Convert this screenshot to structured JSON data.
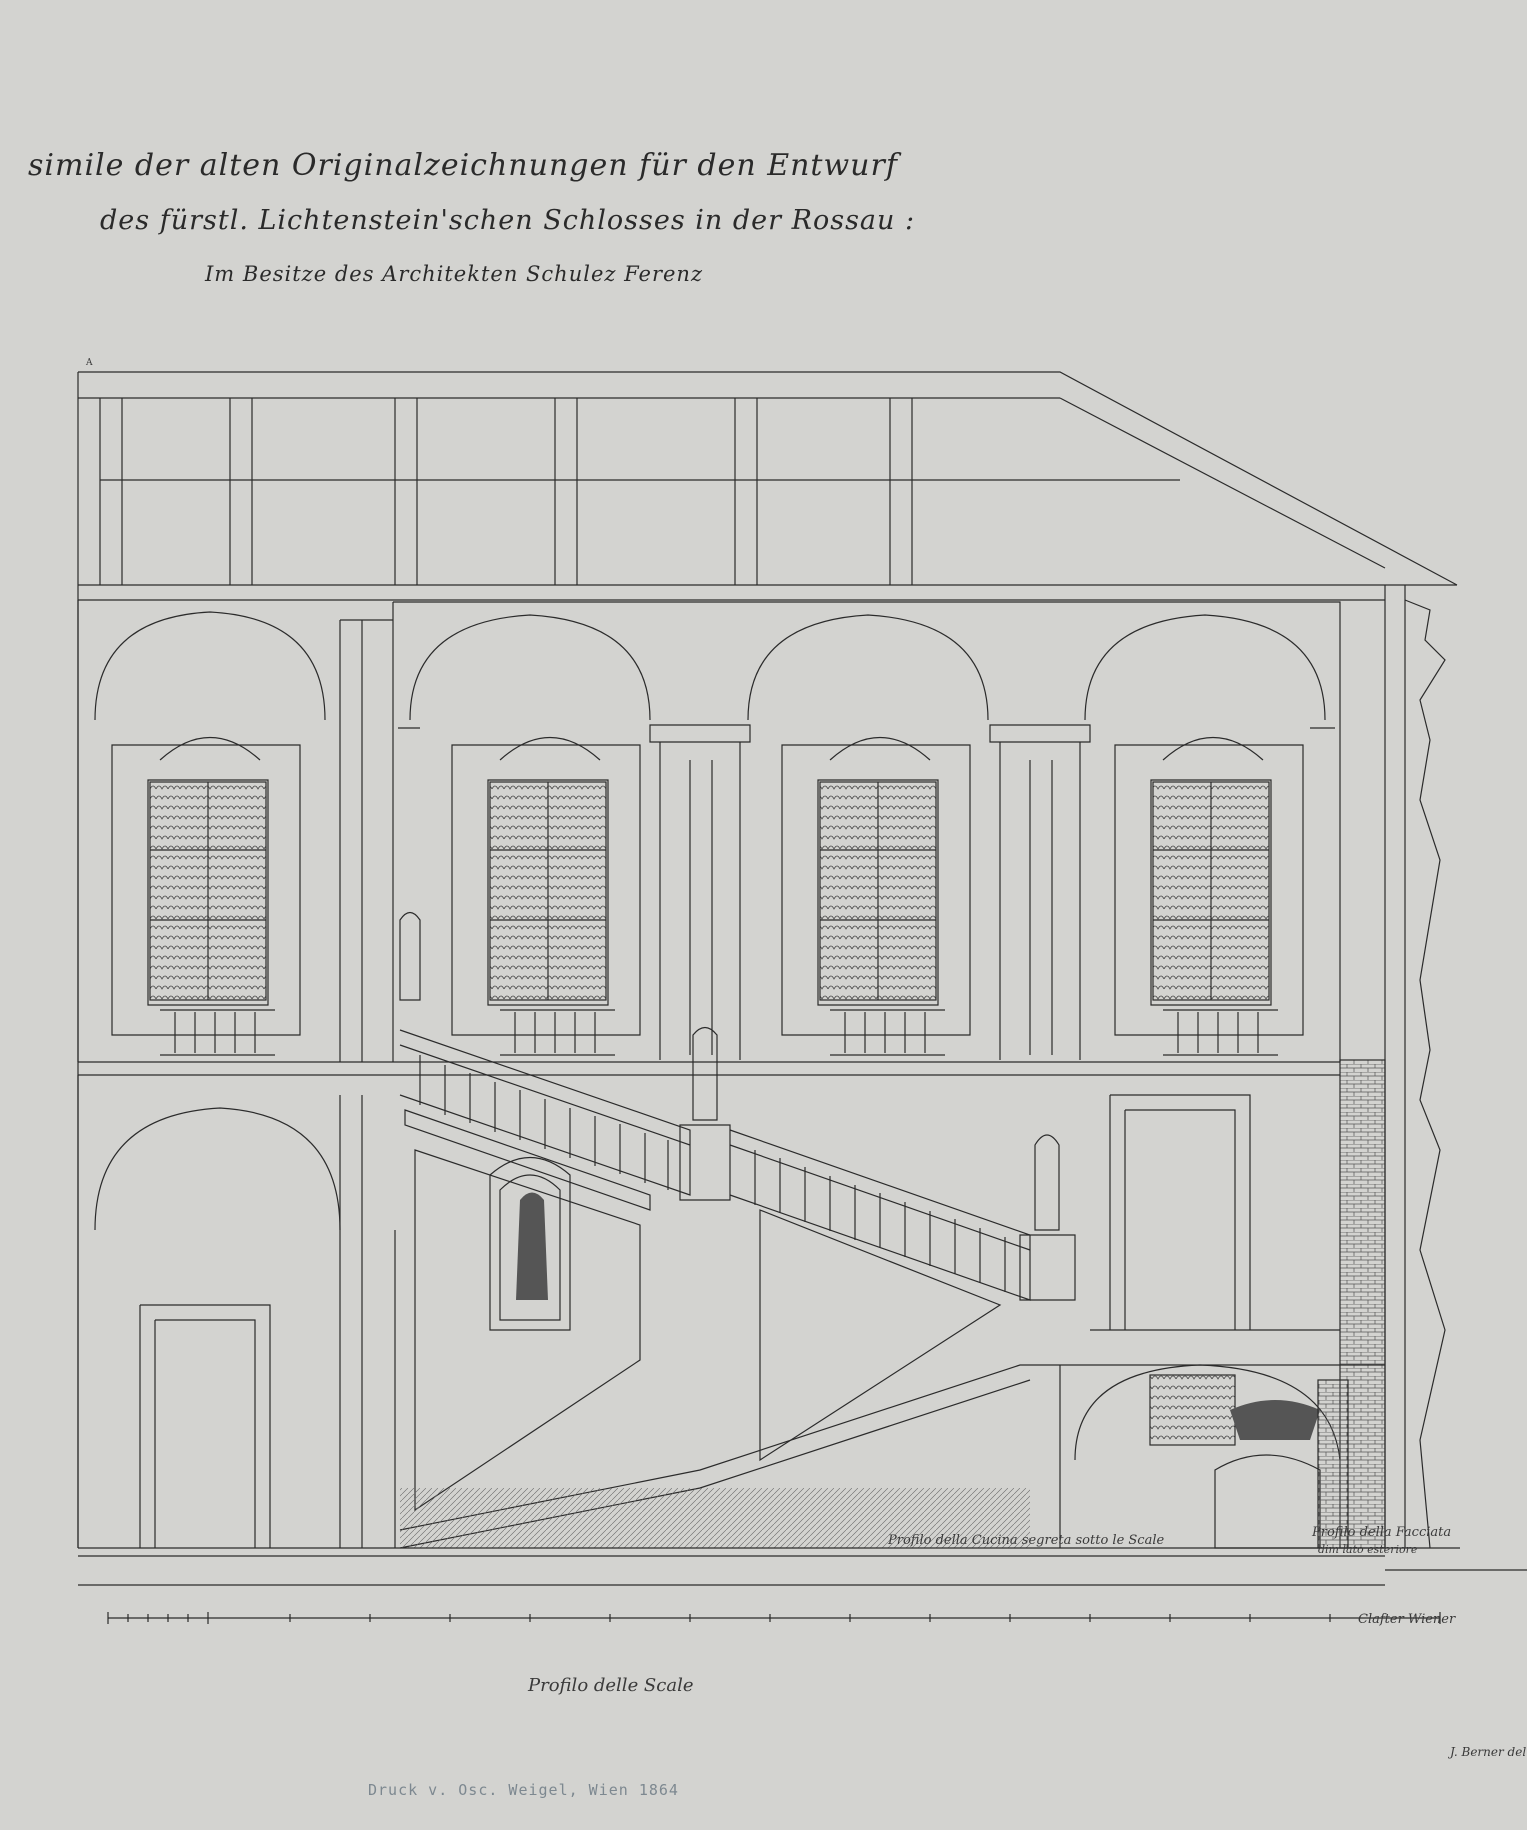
{
  "sheet": {
    "paper_color": "#d3d3d0",
    "ink_color": "#2b2b2b",
    "printer_ink_color": "#7d8890"
  },
  "title": {
    "line1": "simile der alten Originalzeichnungen für den Entwurf",
    "line2": "des fürstl. Lichtenstein'schen Schlosses in der Rossau :",
    "line3": "Im Besitze des Architekten Schulez Ferenz"
  },
  "drawing": {
    "marker": "A",
    "caption_cucina": "Profilo della Cucina segreta sotto le Scale",
    "caption_facciata_1": "Profilo della Facciata",
    "caption_facciata_2": "dim lato esteriore",
    "caption_scale_bar": "Clafter Wiener",
    "caption_section": "Profilo delle Scale",
    "signature": "J. Berner del.",
    "printer": "Druck v. Osc. Weigel, Wien 1864"
  }
}
